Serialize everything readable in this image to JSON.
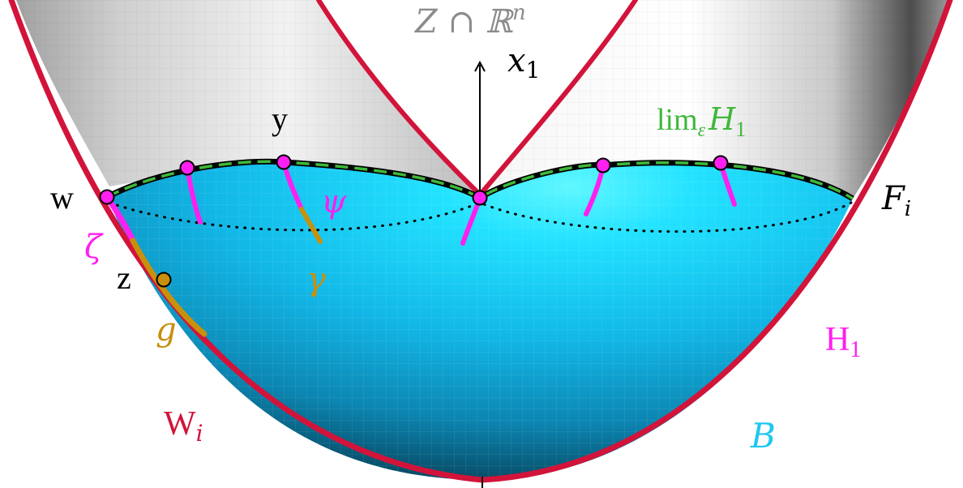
{
  "labels": {
    "title": "Z ∩ ℝⁿ",
    "title_main": "Z ∩ ℝ",
    "title_sup": "n",
    "axis_x": "x",
    "axis_x_sub": "1",
    "lim_main": "lim",
    "lim_sub": "ε",
    "lim_H": "H",
    "lim_H_sub": "1",
    "y": "y",
    "w": "w",
    "z": "z",
    "F": "F",
    "F_sub": "i",
    "psi": "ψ",
    "zeta": "ζ",
    "gamma": "γ",
    "g": "g",
    "H1": "H",
    "H1_sub": "1",
    "W": "W",
    "W_sub": "i",
    "B": "B"
  },
  "colors": {
    "crimson": "#d2143a",
    "magenta": "#ff1ff0",
    "gold": "#c8900c",
    "green": "#3fb83a",
    "cyan": "#1ec8f0",
    "gray": "#8c8c8c",
    "black": "#000000"
  }
}
